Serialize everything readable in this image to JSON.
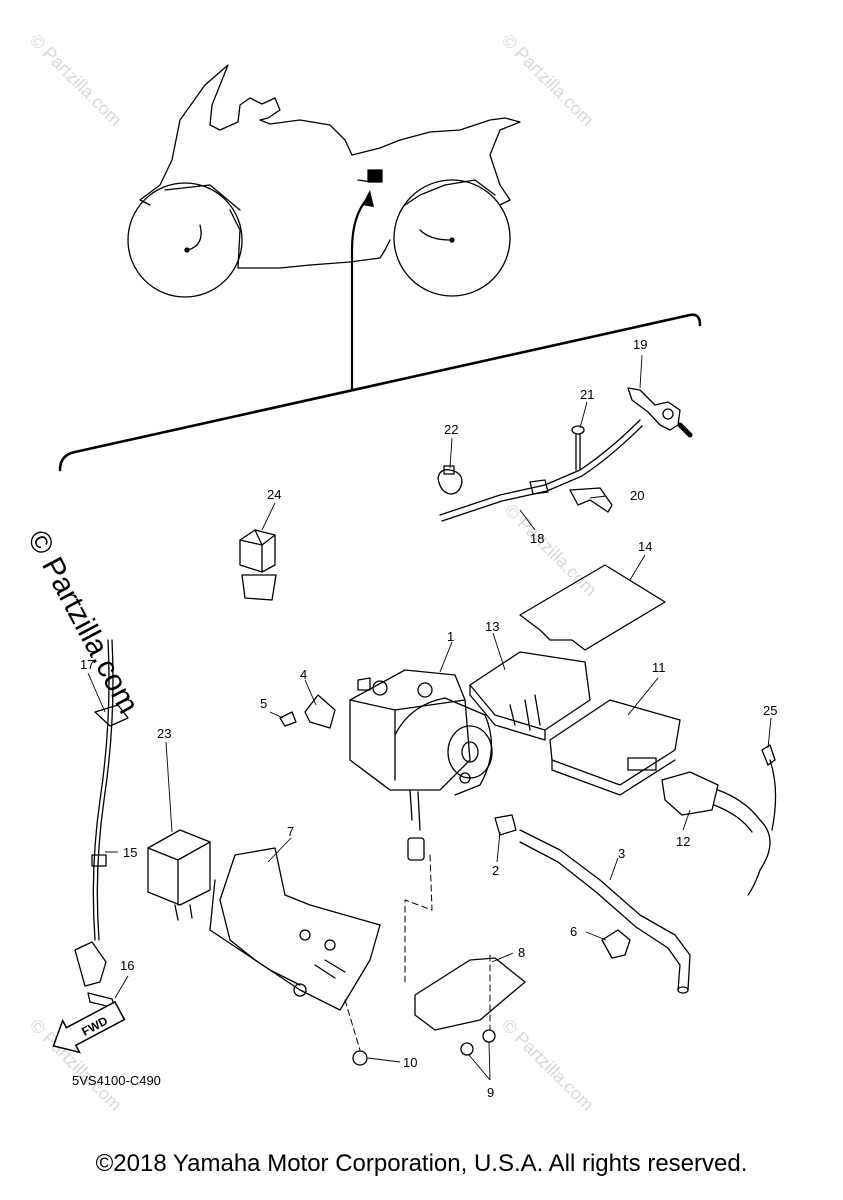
{
  "watermark": {
    "main": "© Partzilla.com",
    "faint": "© Partzilla.com"
  },
  "diagram_code": "5VS4100-C490",
  "copyright": "©2018 Yamaha Motor Corporation, U.S.A. All rights reserved.",
  "fwd_label": "FWD",
  "callouts": {
    "c1": "1",
    "c2": "2",
    "c3": "3",
    "c4": "4",
    "c5": "5",
    "c6": "6",
    "c7": "7",
    "c8": "8",
    "c9": "9",
    "c10": "10",
    "c11": "11",
    "c12": "12",
    "c13": "13",
    "c14": "14",
    "c15": "15",
    "c16": "16",
    "c17": "17",
    "c18": "18",
    "c19": "19",
    "c20": "20",
    "c21": "21",
    "c22": "22",
    "c23": "23",
    "c24": "24",
    "c25": "25"
  }
}
